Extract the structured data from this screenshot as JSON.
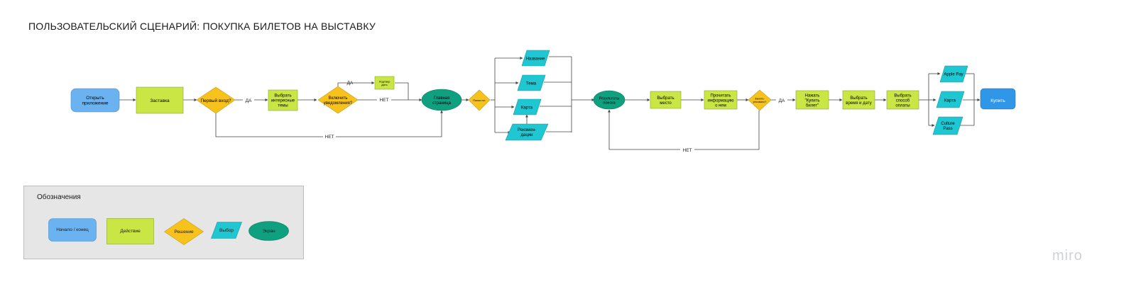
{
  "title": "ПОЛЬЗОВАТЕЛЬСКИЙ СЦЕНАРИЙ: ПОКУПКА БИЛЕТОВ НА ВЫСТАВКУ",
  "colors": {
    "start_end": "#6bb3f0",
    "action": "#c9e644",
    "decision": "#f7c21b",
    "choice": "#1ec7d1",
    "screen": "#0fa17f",
    "final": "#2f96e8",
    "line": "#444444"
  },
  "nodes": {
    "open_app": "Открыть\nприложение",
    "splash": "Заставка",
    "first_login": "Первый вход?",
    "choose_topics": "Выбрать\nинтересные\nтемы",
    "enable_notif": "Включить\nуведомления?",
    "confirm": "Подтвер\nдить",
    "main_page": "Главная\nстраница",
    "search_by": "Поиск по:",
    "name": "Название",
    "topic": "Тема",
    "map": "Карта",
    "recs": "Рекомен-\nдации",
    "search_results": "Результаты\nпоиска",
    "choose_place": "Выбрать\nместо",
    "read_info": "Прочитать\nинформацию\nо нем",
    "interested": "Заинте-\nресовало?",
    "press_buy": "Нажать\n\"Купить\nбилет\"",
    "choose_time": "Выбрать\nвремя и дату",
    "choose_pay": "Выбрать\nспособ\nоплаты",
    "apple_pay": "Apple Pay",
    "card": "Карта",
    "culture_pass": "Culture\nPass",
    "buy": "Купить"
  },
  "edge_labels": {
    "yes1": "ДА",
    "no1": "НЕТ",
    "yes2": "ДА",
    "no2": "НЕТ",
    "yes3": "ДА",
    "no3": "НЕТ"
  },
  "legend": {
    "title": "Обозначения",
    "start_end": "Начало / конец",
    "action": "Действие",
    "decision": "Решение",
    "choice": "Выбор",
    "screen": "Экран"
  },
  "brand": "miro"
}
